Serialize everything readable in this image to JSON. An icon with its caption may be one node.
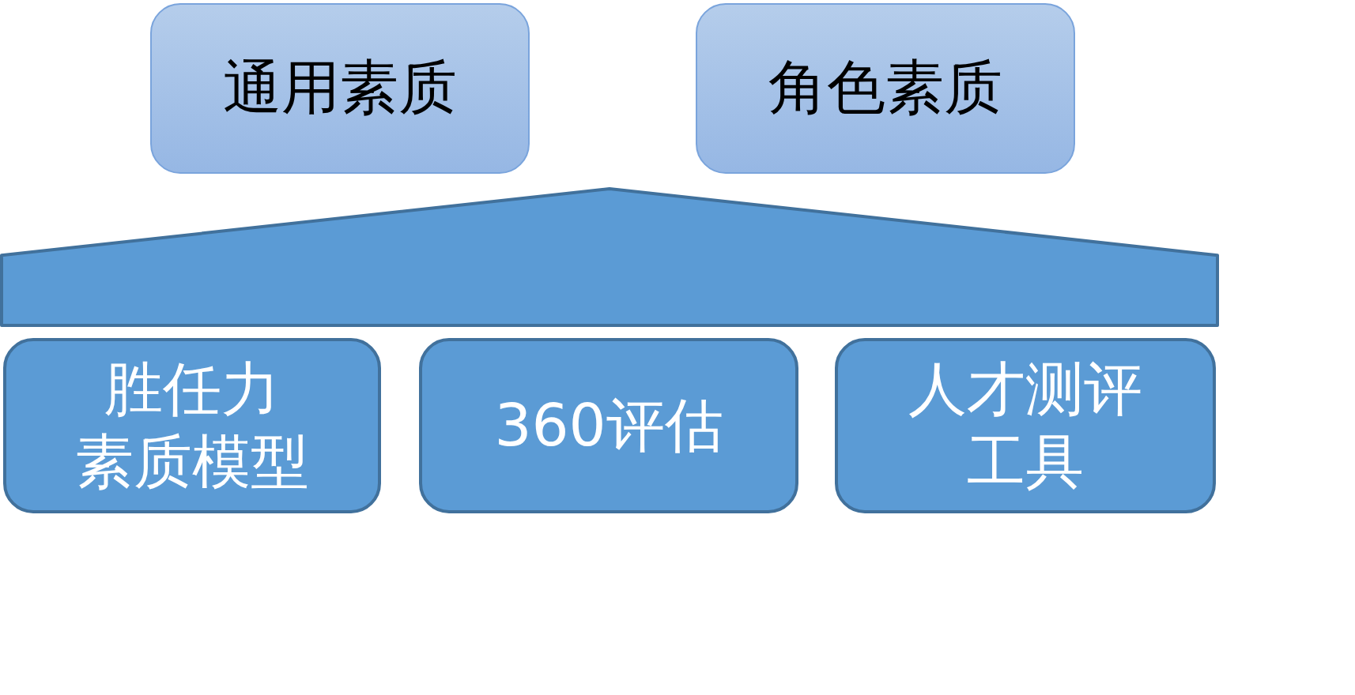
{
  "diagram": {
    "nodes": [
      {
        "text": [
          "通用素质"
        ]
      },
      {
        "text": [
          "角色素质"
        ]
      },
      {
        "text": [],
        "shape": "roof"
      },
      {
        "text": [
          "胜任力素质模型"
        ]
      },
      {
        "text": [
          "360评估"
        ]
      },
      {
        "text": [
          "人才测评工具"
        ]
      }
    ]
  }
}
